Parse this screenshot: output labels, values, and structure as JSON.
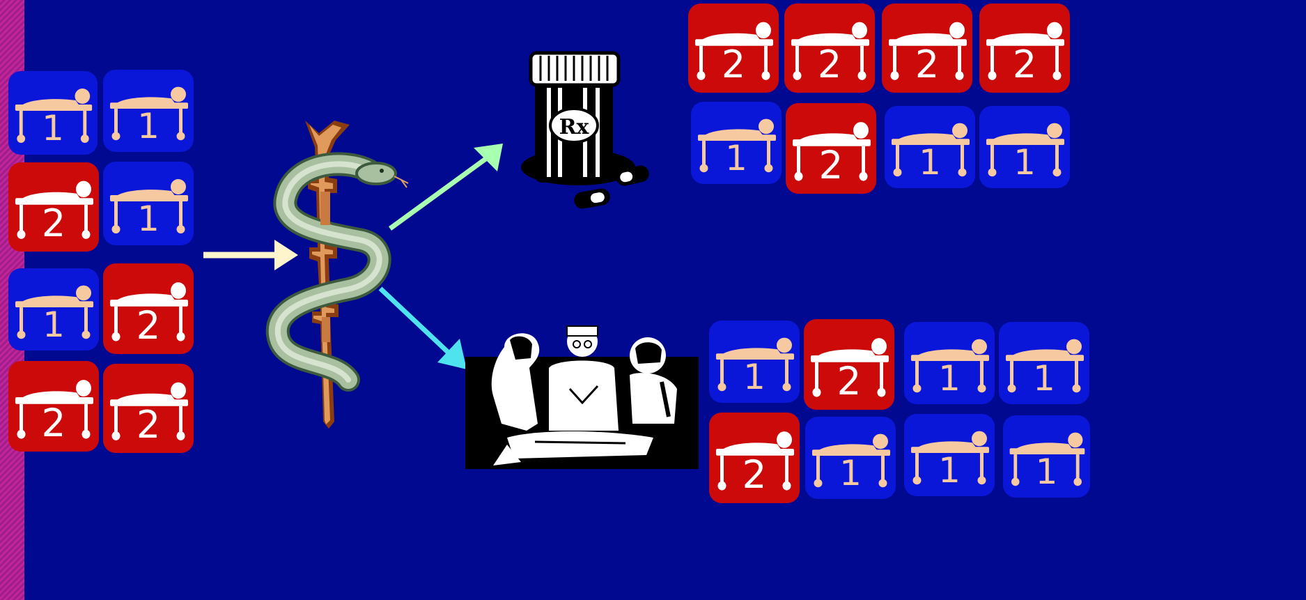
{
  "colors": {
    "background": "#020991",
    "tile_type1": "#0b17d8",
    "tile_type2": "#cc0a0a",
    "bed_type1": "#f7c9a0",
    "bed_type2": "#ffffff",
    "arrow_input": "#fff5cc",
    "arrow_medication": "#a8ffb0",
    "arrow_surgery": "#4fe3f0"
  },
  "icons": {
    "caduceus": "rod-of-asclepius-icon",
    "medication": "prescription-bottle-icon",
    "surgery": "surgeons-operating-icon"
  },
  "rx_label": "Rx",
  "tile_groups": {
    "input": [
      {
        "label": "1",
        "kind": 1
      },
      {
        "label": "1",
        "kind": 1
      },
      {
        "label": "2",
        "kind": 2
      },
      {
        "label": "1",
        "kind": 1
      },
      {
        "label": "1",
        "kind": 1
      },
      {
        "label": "2",
        "kind": 2
      },
      {
        "label": "2",
        "kind": 2
      },
      {
        "label": "2",
        "kind": 2
      }
    ],
    "medication": [
      {
        "label": "2",
        "kind": 2
      },
      {
        "label": "2",
        "kind": 2
      },
      {
        "label": "2",
        "kind": 2
      },
      {
        "label": "2",
        "kind": 2
      },
      {
        "label": "1",
        "kind": 1
      },
      {
        "label": "2",
        "kind": 2
      },
      {
        "label": "1",
        "kind": 1
      },
      {
        "label": "1",
        "kind": 1
      }
    ],
    "surgery": [
      {
        "label": "1",
        "kind": 1
      },
      {
        "label": "2",
        "kind": 2
      },
      {
        "label": "1",
        "kind": 1
      },
      {
        "label": "1",
        "kind": 1
      },
      {
        "label": "2",
        "kind": 2
      },
      {
        "label": "1",
        "kind": 1
      },
      {
        "label": "1",
        "kind": 1
      },
      {
        "label": "1",
        "kind": 1
      }
    ]
  }
}
